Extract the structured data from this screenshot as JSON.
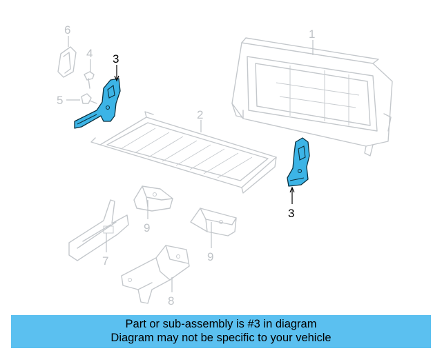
{
  "callouts": {
    "c1": "1",
    "c2": "2",
    "c3_left": "3",
    "c3_right": "3",
    "c4": "4",
    "c5": "5",
    "c6": "6",
    "c7": "7",
    "c8": "8",
    "c9_left": "9",
    "c9_right": "9"
  },
  "banner": {
    "line1": "Part or sub-assembly is #3 in diagram",
    "line2": "Diagram may not be specific to your vehicle"
  },
  "colors": {
    "highlight": "#3cb4e6",
    "banner": "#5bc0f0",
    "faded_part": "#c4c8cc"
  }
}
